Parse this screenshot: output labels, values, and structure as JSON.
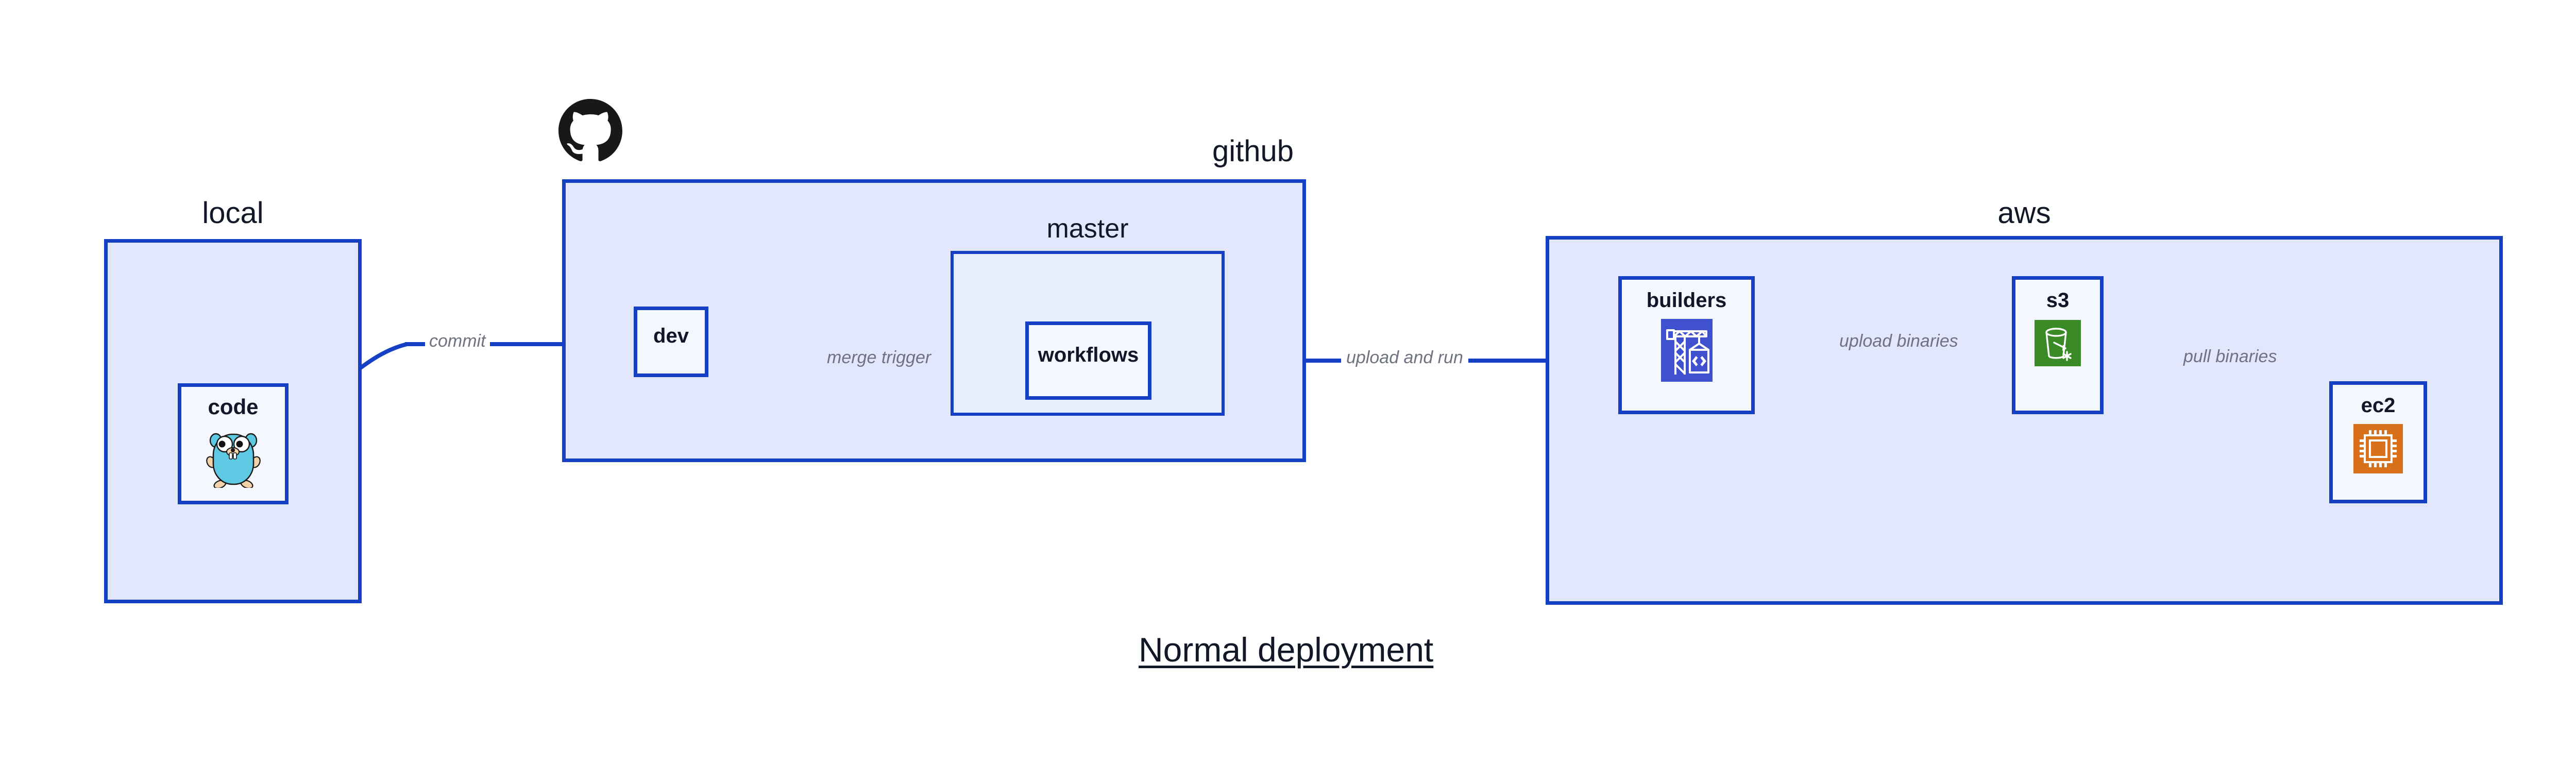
{
  "diagram": {
    "title": "Normal deployment",
    "colors": {
      "cluster_fill": "#e2e7fd",
      "subcluster_fill": "#e9eefc",
      "node_fill": "#eaeffc",
      "border_blue": "#1540c4",
      "edge_blue": "#1540c4",
      "label_gray": "#6f7280",
      "text_navy": "#121828",
      "s3_green": "#3a8b28",
      "ec2_orange": "#d9701a",
      "builders_indigo": "#3f51ce",
      "gopher_cyan": "#5dc9e2",
      "github_black": "#18181b"
    }
  },
  "clusters": [
    {
      "id": "local",
      "label": "local"
    },
    {
      "id": "github",
      "label": "github",
      "icon": "github-octocat-icon"
    },
    {
      "id": "master",
      "label": "master"
    },
    {
      "id": "aws",
      "label": "aws"
    }
  ],
  "nodes": [
    {
      "id": "code",
      "label": "code",
      "icon": "go-gopher-icon",
      "cluster": "local"
    },
    {
      "id": "dev",
      "label": "dev",
      "icon": null,
      "cluster": "github"
    },
    {
      "id": "workflows",
      "label": "workflows",
      "icon": null,
      "cluster": "master"
    },
    {
      "id": "builders",
      "label": "builders",
      "icon": "crane-builders-icon",
      "cluster": "aws"
    },
    {
      "id": "s3",
      "label": "s3",
      "icon": "aws-s3-bucket-icon",
      "cluster": "aws"
    },
    {
      "id": "ec2",
      "label": "ec2",
      "icon": "aws-ec2-chip-icon",
      "cluster": "aws"
    }
  ],
  "edges": [
    {
      "id": "commit",
      "from": "code",
      "to": "dev",
      "label": "commit"
    },
    {
      "id": "merge-trigger",
      "from": "dev",
      "to": "workflows",
      "label": "merge trigger"
    },
    {
      "id": "upload-and-run",
      "from": "workflows",
      "to": "builders",
      "label": "upload and run"
    },
    {
      "id": "upload-binaries",
      "from": "builders",
      "to": "s3",
      "label": "upload binaries"
    },
    {
      "id": "pull-binaries",
      "from": "s3",
      "to": "ec2",
      "label": "pull binaries"
    }
  ]
}
